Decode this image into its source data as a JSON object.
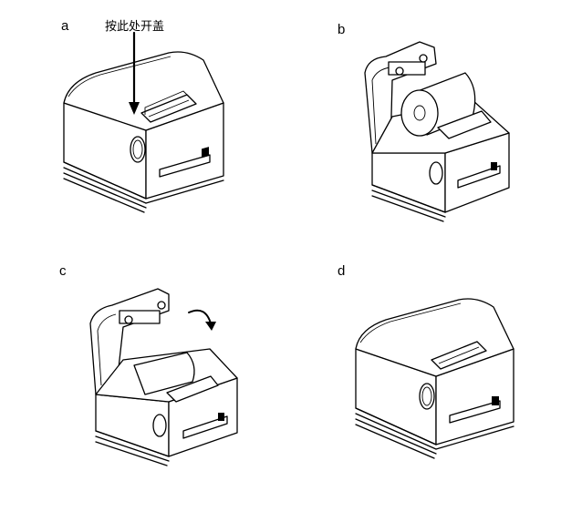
{
  "steps": [
    {
      "id": "a",
      "label": "a",
      "callout": "按此处开盖"
    },
    {
      "id": "b",
      "label": "b"
    },
    {
      "id": "c",
      "label": "c"
    },
    {
      "id": "d",
      "label": "d"
    }
  ],
  "colors": {
    "line": "#000000",
    "background": "#ffffff"
  },
  "icons": {
    "press_arrow": "arrow-down-icon",
    "rotate_arrow": "curved-arrow-icon"
  }
}
